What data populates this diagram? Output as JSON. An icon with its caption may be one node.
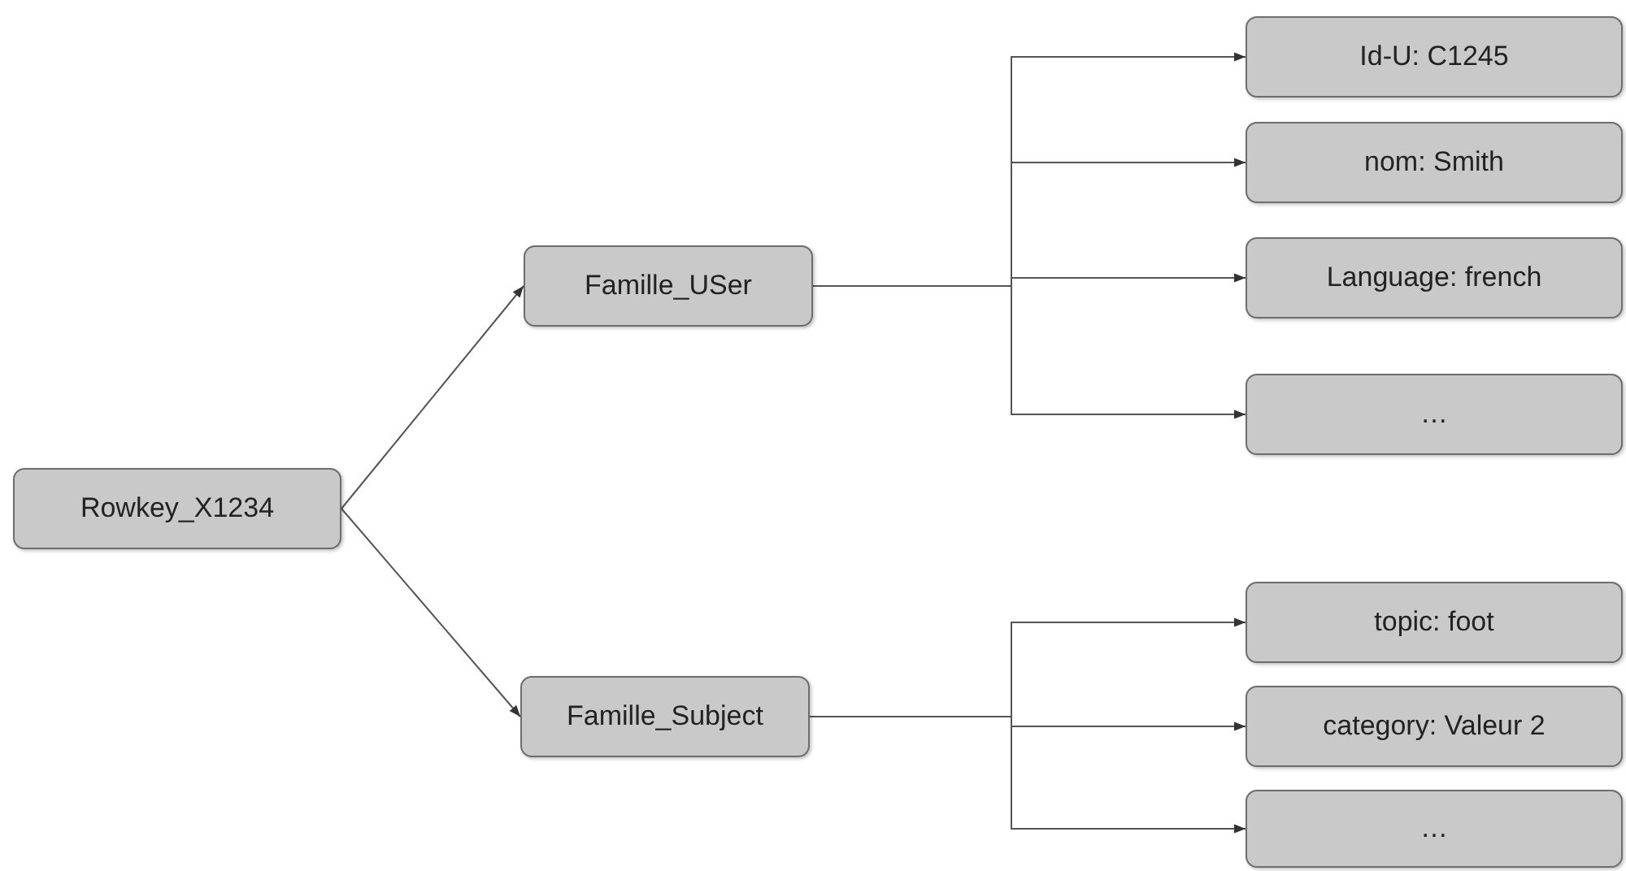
{
  "diagram": {
    "nodes": [
      {
        "text": [
          "Rowkey_X1234"
        ]
      },
      {
        "text": [
          "Famille_USer"
        ]
      },
      {
        "text": [
          "Famille_Subject"
        ]
      },
      {
        "text": [
          "Id-U: C1245"
        ]
      },
      {
        "text": [
          "nom: Smith"
        ]
      },
      {
        "text": [
          "Language: french"
        ]
      },
      {
        "text": [
          "…"
        ]
      },
      {
        "text": [
          "topic: foot"
        ]
      },
      {
        "text": [
          "category: Valeur 2"
        ]
      },
      {
        "text": [
          "…"
        ]
      }
    ],
    "edges": [
      {
        "from": 0,
        "to": 1,
        "arrow": "to"
      },
      {
        "from": 0,
        "to": 2,
        "arrow": "to"
      },
      {
        "from": 1,
        "to": 3,
        "arrow": "to"
      },
      {
        "from": 1,
        "to": 4,
        "arrow": "to"
      },
      {
        "from": 1,
        "to": 5,
        "arrow": "to"
      },
      {
        "from": 1,
        "to": 6,
        "arrow": "to"
      },
      {
        "from": 2,
        "to": 7,
        "arrow": "to"
      },
      {
        "from": 2,
        "to": 8,
        "arrow": "to"
      },
      {
        "from": 2,
        "to": 9,
        "arrow": "to"
      }
    ]
  }
}
